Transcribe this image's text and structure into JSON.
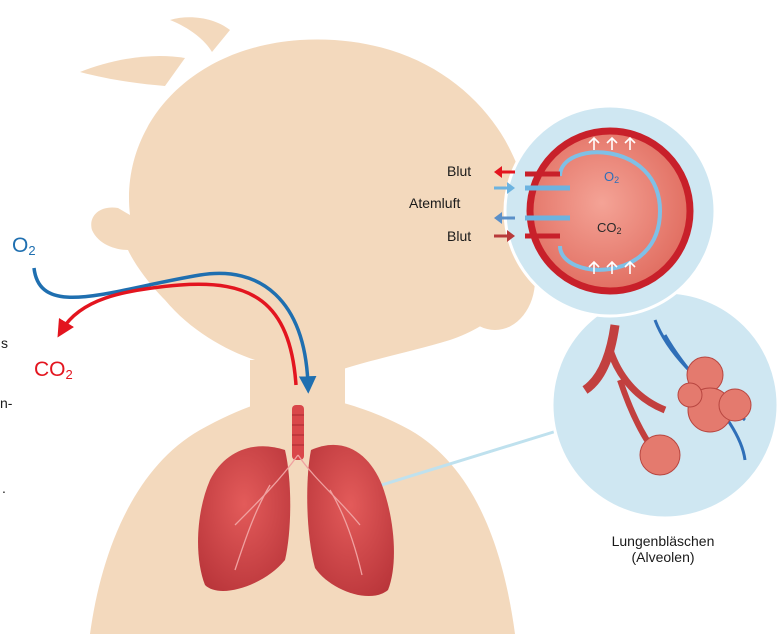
{
  "labels": {
    "o2_main": "O",
    "o2_main_sub": "2",
    "co2_main": "CO",
    "co2_main_sub": "2",
    "blut_top": "Blut",
    "atemluft": "Atemluft",
    "blut_bottom": "Blut",
    "o2_alveole": "O",
    "o2_alveole_sub": "2",
    "co2_alveole": "CO",
    "co2_alveole_sub": "2",
    "alveolen_line1": "Lungenbläschen",
    "alveolen_line2": "(Alveolen)"
  },
  "edge_fragments": {
    "left_s": "s",
    "left_n": "n-",
    "left_dot": "."
  },
  "colors": {
    "skin": "#f3d9bd",
    "oxygen_blue": "#1f6fb0",
    "co2_red": "#e3151f",
    "light_blue": "#cfe7f2",
    "lung_red": "#d9474a",
    "alveole_fill": "#e87a70"
  }
}
